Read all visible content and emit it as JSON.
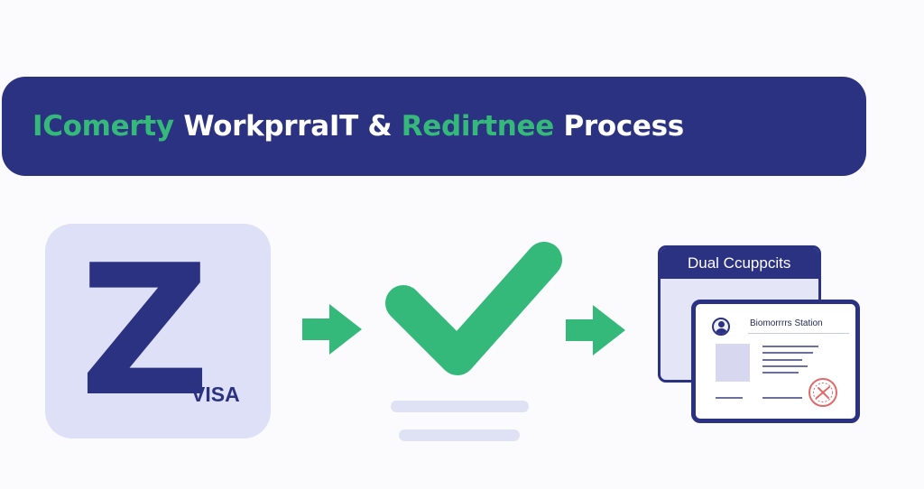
{
  "banner": {
    "title_part1": "IComerty",
    "title_part2": " WorkprraIT & ",
    "title_part3": "Redirtnee",
    "title_part4": " Process"
  },
  "visa_card": {
    "letter": "Z",
    "label": "VISA"
  },
  "documents": {
    "back_title": "Dual Ccuppcits",
    "front_title": "Biomorrrrs Station"
  },
  "icons": [
    "z-visa-logo",
    "arrow-right-icon",
    "checkmark-icon",
    "arrow-right-icon",
    "avatar-icon",
    "stamp-icon"
  ],
  "colors": {
    "navy": "#2c3282",
    "green": "#34b97a",
    "lavender": "#dde0f6",
    "stamp_red": "#e06a6a"
  }
}
